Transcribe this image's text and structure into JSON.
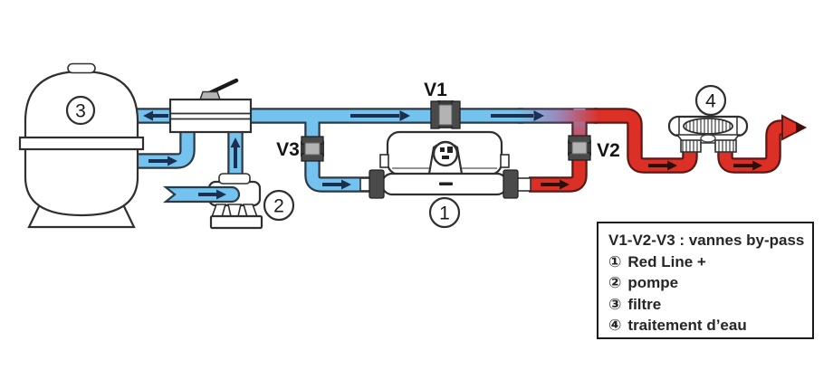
{
  "diagram": {
    "valve_labels": {
      "v1": "V1",
      "v2": "V2",
      "v3": "V3"
    },
    "component_numbers": {
      "heater": "1",
      "pump": "2",
      "filter": "3",
      "treatment": "4"
    }
  },
  "legend": {
    "title": "V1-V2-V3 : vannes by-pass",
    "items": [
      {
        "marker": "①",
        "label": "Red Line +"
      },
      {
        "marker": "②",
        "label": "pompe"
      },
      {
        "marker": "③",
        "label": "filtre"
      },
      {
        "marker": "④",
        "label": "traitement d’eau"
      }
    ]
  },
  "colors": {
    "pipe_cold": "#74c3ee",
    "pipe_cold_outline": "#2c3a46",
    "pipe_hot": "#dc2f26",
    "pipe_hot_outline": "#5e1713",
    "pipe_mix": "#9c86ba",
    "arrow_cold": "#1b3050",
    "arrow_hot": "#2a100a",
    "valve_body_gray": "#b3b3b3",
    "valve_flange_gray": "#4a4a4a",
    "equipment_outline": "#2f2f2f",
    "text": "#1a1a1a"
  }
}
